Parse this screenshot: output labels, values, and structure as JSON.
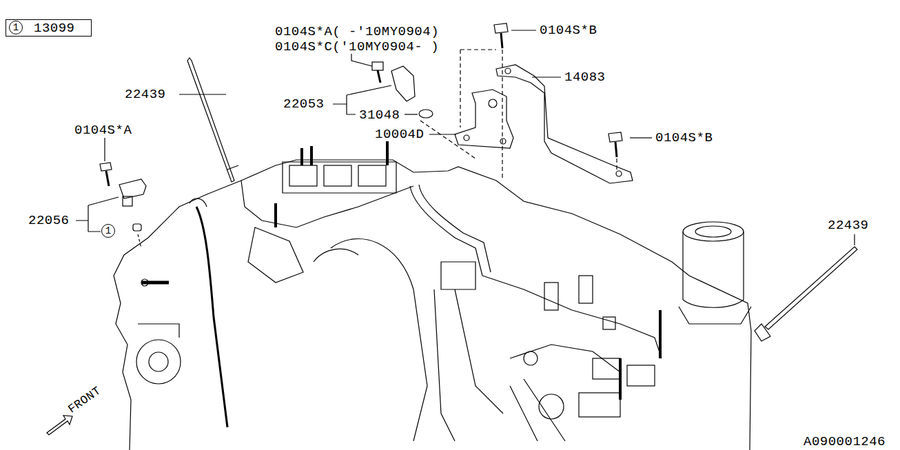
{
  "diagram": {
    "nodes": [
      {
        "text": [
          "13099"
        ]
      },
      {
        "text": [
          "1"
        ],
        "in": 0
      },
      {
        "text": [
          "1"
        ]
      }
    ],
    "labels": [
      "0104S*A( -'10MY0904)",
      "0104S*C('10MY0904- )",
      "0104S*B",
      "22439",
      "14083",
      "22053",
      "31048",
      "10004D",
      "0104S*A",
      "0104S*B",
      "22056",
      "22439",
      "A090001246",
      "FRONT"
    ]
  }
}
